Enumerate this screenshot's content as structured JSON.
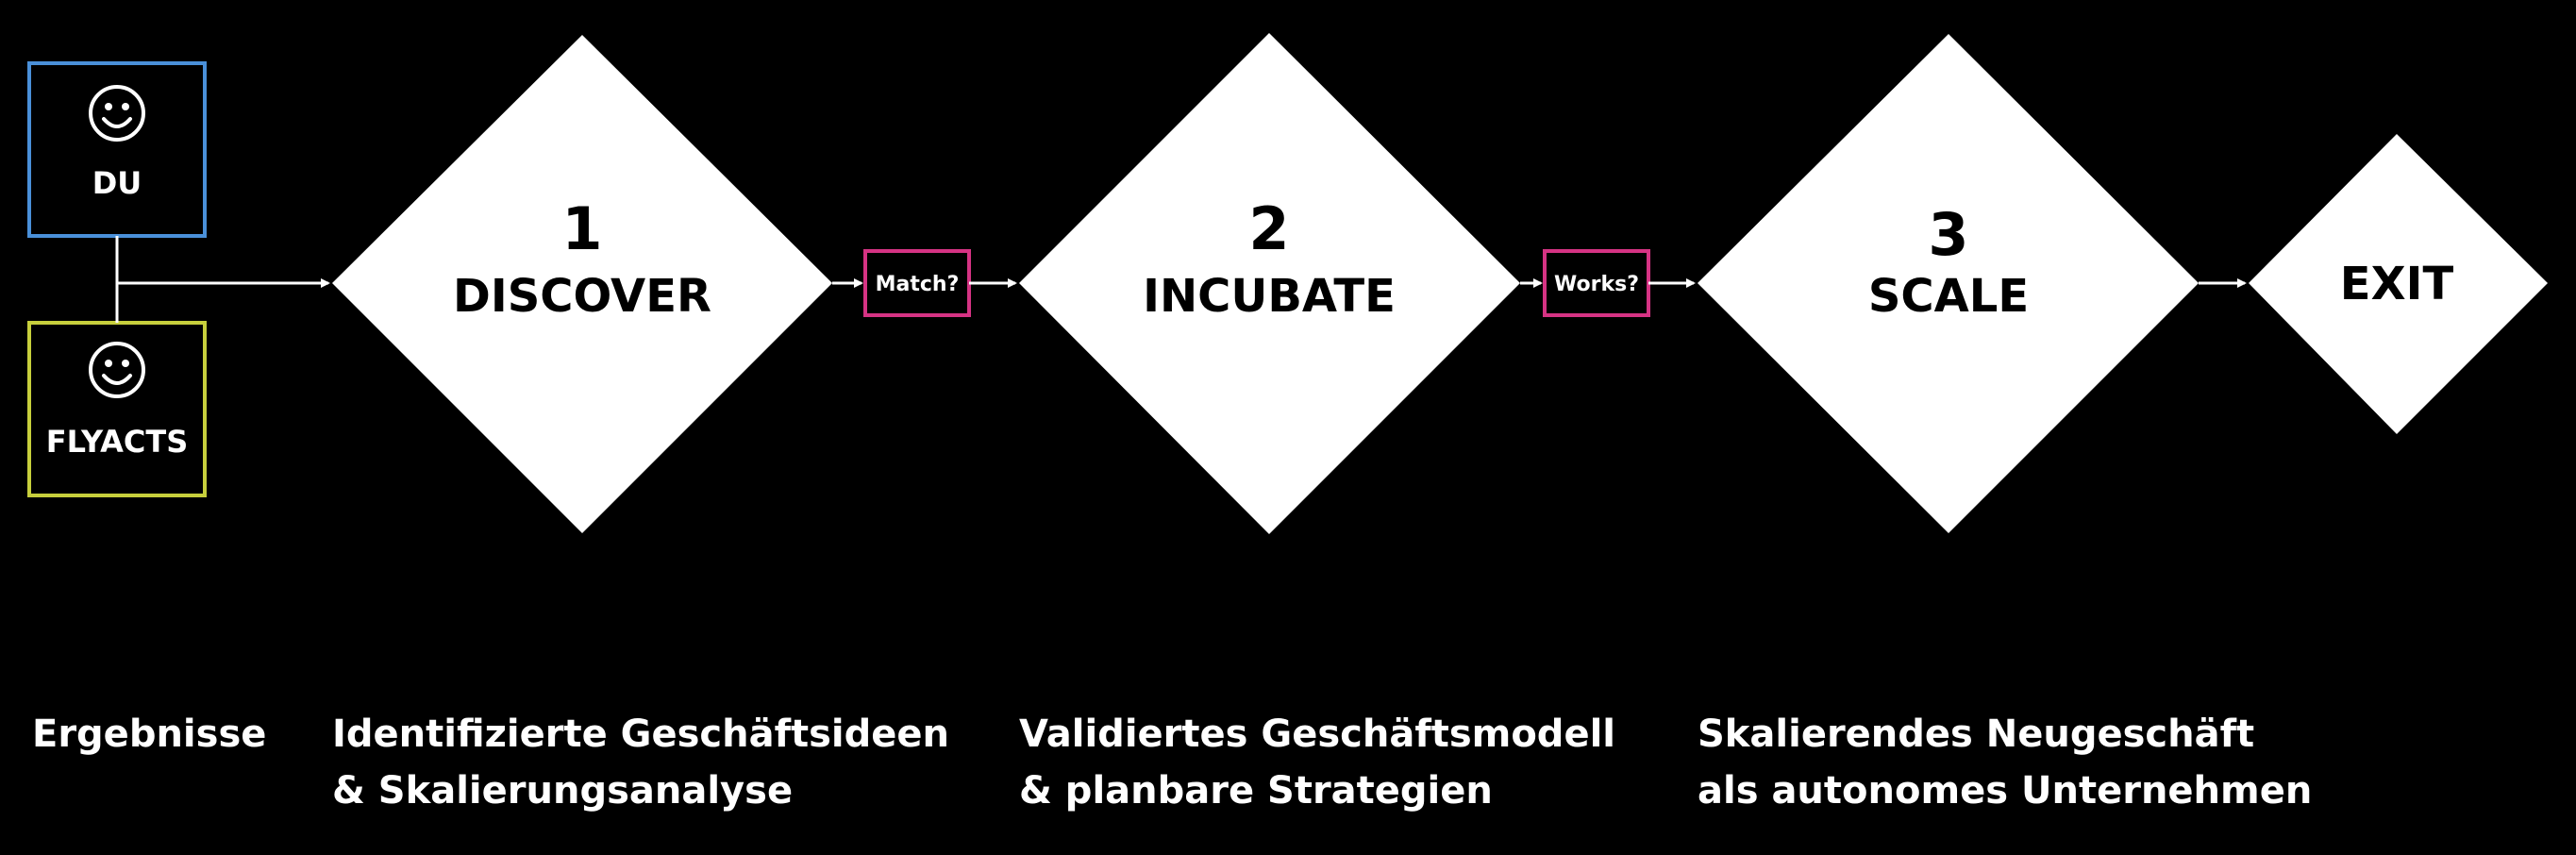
{
  "colors": {
    "background": "#000000",
    "du_border": "#4a90d9",
    "flyacts_border": "#c7cf3c",
    "gate_border": "#d63384",
    "shape_fill": "#ffffff",
    "text_on_shape": "#000000",
    "text": "#ffffff"
  },
  "roles": {
    "du": {
      "label": "DU",
      "icon": "smiley-icon"
    },
    "flyacts": {
      "label": "FLYACTS",
      "icon": "smiley-icon"
    }
  },
  "stages": [
    {
      "number": "1",
      "name": "DISCOVER"
    },
    {
      "number": "2",
      "name": "INCUBATE"
    },
    {
      "number": "3",
      "name": "SCALE"
    }
  ],
  "exit": {
    "name": "EXIT"
  },
  "gates": [
    {
      "label": "Match?"
    },
    {
      "label": "Works?"
    }
  ],
  "results": {
    "heading": "Ergebnisse",
    "items": [
      {
        "line1": "Identifizierte Geschäftsideen",
        "line2": "& Skalierungsanalyse"
      },
      {
        "line1": "Validiertes Geschäftsmodell",
        "line2": "& planbare Strategien"
      },
      {
        "line1": "Skalierendes Neugeschäft",
        "line2": "als autonomes Unternehmen"
      }
    ]
  }
}
